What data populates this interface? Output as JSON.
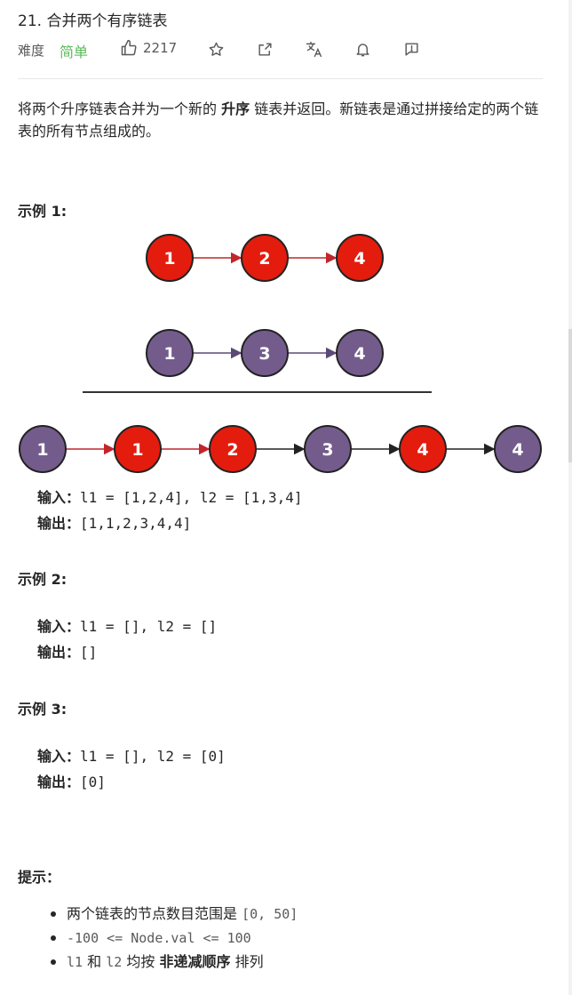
{
  "problem": {
    "title": "21. 合并两个有序链表",
    "difficulty_label": "难度",
    "difficulty": "简单",
    "likes": "2217"
  },
  "description": {
    "part1": "将两个升序链表合并为一个新的",
    "bold": "升序",
    "part2": "链表并返回。新链表是通过拼接给定的两个链表的所有节点组成的。"
  },
  "examples": [
    {
      "heading": "示例 1:",
      "input_label": "输入：",
      "input": "l1 = [1,2,4], l2 = [1,3,4]",
      "output_label": "输出：",
      "output": "[1,1,2,3,4,4]"
    },
    {
      "heading": "示例 2:",
      "input_label": "输入：",
      "input": "l1 = [], l2 = []",
      "output_label": "输出：",
      "output": "[]"
    },
    {
      "heading": "示例 3:",
      "input_label": "输入：",
      "input": "l1 = [], l2 = [0]",
      "output_label": "输出：",
      "output": "[0]"
    }
  ],
  "diagram": {
    "list1": [
      "1",
      "2",
      "4"
    ],
    "list2": [
      "1",
      "3",
      "4"
    ],
    "merged": [
      "1",
      "1",
      "2",
      "3",
      "4",
      "4"
    ],
    "colors": {
      "red": "#e31c0e",
      "purple": "#735c8c",
      "stroke": "#222222"
    }
  },
  "hints": {
    "heading": "提示：",
    "items": [
      {
        "text": "两个链表的节点数目范围是",
        "code": "[0, 50]"
      },
      {
        "code": "-100 <= Node.val <= 100"
      },
      {
        "code1": "l1",
        "mid1": "和",
        "code2": "l2",
        "mid2": "均按",
        "bold": "非递减顺序",
        "tail": "排列"
      }
    ]
  }
}
